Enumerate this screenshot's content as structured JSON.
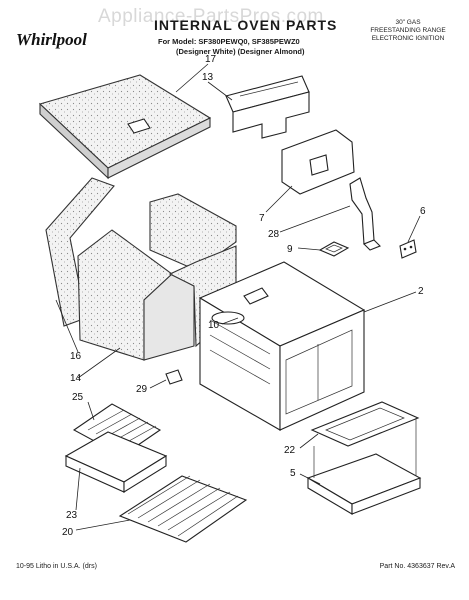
{
  "watermark": "Appliance-PartsPros.com",
  "logo": "Whirlpool",
  "title": "INTERNAL OVEN PARTS",
  "models": {
    "line1": "For Model: SF380PEWQ0, SF385PEWZ0",
    "line2": "(Designer White) (Designer Almond)"
  },
  "spec": {
    "line1": "30\" GAS",
    "line2": "FREESTANDING RANGE",
    "line3": "ELECTRONIC IGNITION"
  },
  "callouts": {
    "c17": "17",
    "c13": "13",
    "c7": "7",
    "c28": "28",
    "c6": "6",
    "c9": "9",
    "c2": "2",
    "c10": "10",
    "c16": "16",
    "c14": "14",
    "c29": "29",
    "c25": "25",
    "c22": "22",
    "c5": "5",
    "c23": "23",
    "c20": "20"
  },
  "footer": {
    "left": "10-95 Litho in U.S.A. (drs)",
    "right": "Part No. 4363637 Rev.A"
  }
}
